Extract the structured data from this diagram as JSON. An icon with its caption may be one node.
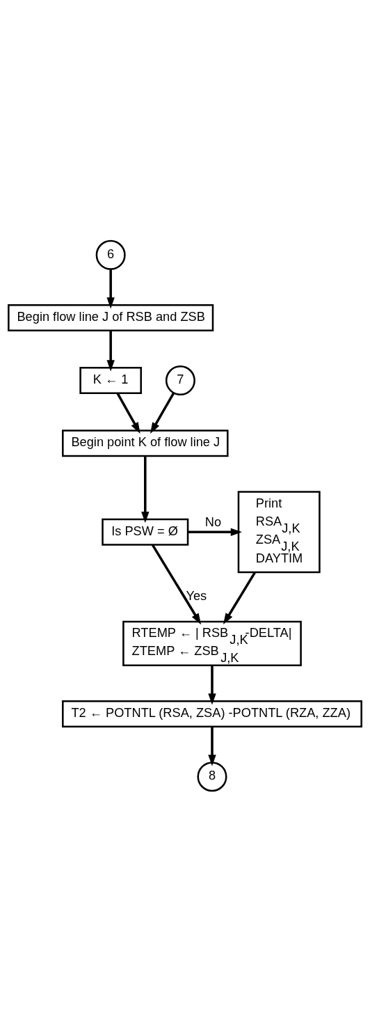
{
  "diagram": {
    "nodes": [
      {
        "text": [
          "6"
        ]
      },
      {
        "text": [
          "Begin flow line J of RSB and ZSB"
        ]
      },
      {
        "text": [
          "K ← 1"
        ]
      },
      {
        "text": [
          "7"
        ]
      },
      {
        "text": [
          "Begin point K of flow line J"
        ]
      },
      {
        "text": [
          "Is PSW = Ø"
        ]
      },
      {
        "text": [
          "Print",
          "RSA$_{J,K}$",
          "ZSA$_{J,K}$",
          "DAYTIM"
        ]
      },
      {
        "text": [
          "RTEMP ← | RSB$_{J,K}$-DELTA|",
          "ZTEMP ← ZSB$_{J,K}$"
        ]
      },
      {
        "text": [
          "T2 ← POTNTL (RSA, ZSA) -POTNTL (RZA, ZZA)"
        ]
      },
      {
        "text": [
          "8"
        ]
      }
    ],
    "edges": [
      {
        "from": 0,
        "to": 1,
        "arrow": "to"
      },
      {
        "from": 1,
        "to": 2,
        "arrow": "to"
      },
      {
        "from": 2,
        "to": 4,
        "arrow": "to"
      },
      {
        "from": 3,
        "to": 4,
        "arrow": "to"
      },
      {
        "from": 4,
        "to": 5,
        "arrow": "to"
      },
      {
        "from": 5,
        "to": 6,
        "arrow": "to",
        "label": "No"
      },
      {
        "from": 5,
        "to": 7,
        "arrow": "to",
        "label": "Yes"
      },
      {
        "from": 6,
        "to": 7,
        "arrow": "to"
      },
      {
        "from": 7,
        "to": 8,
        "arrow": "to"
      },
      {
        "from": 8,
        "to": 9,
        "arrow": "to"
      }
    ]
  }
}
